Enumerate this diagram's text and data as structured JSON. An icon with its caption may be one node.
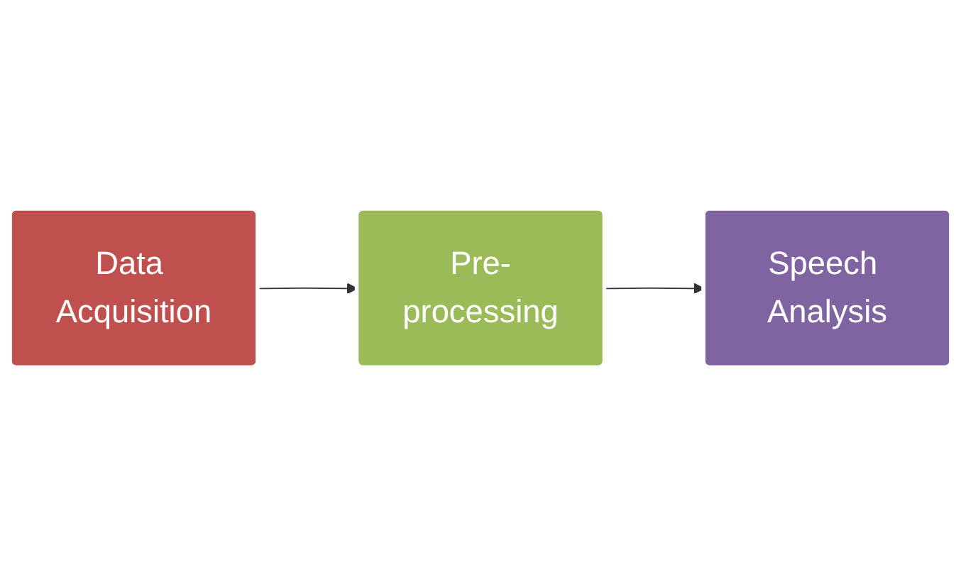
{
  "diagram": {
    "nodes": [
      {
        "text": [
          "Data Acquisition"
        ]
      },
      {
        "text": [
          "Pre-processing"
        ]
      },
      {
        "text": [
          "Speech Analysis"
        ]
      }
    ],
    "edges": [
      {
        "from": 0,
        "to": 1,
        "arrow": "to"
      },
      {
        "from": 1,
        "to": 2,
        "arrow": "to"
      }
    ]
  }
}
